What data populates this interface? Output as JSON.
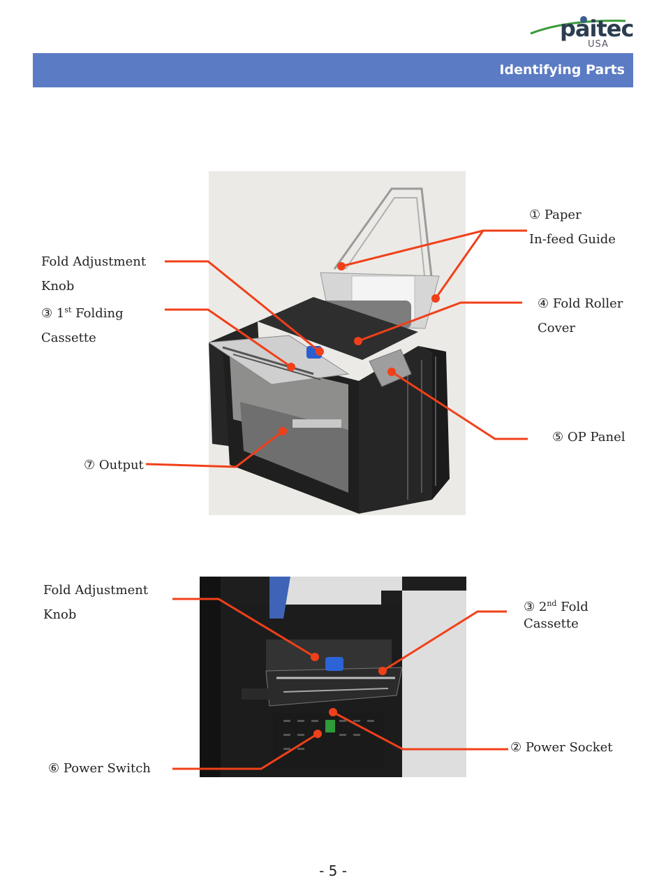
{
  "brand": {
    "name": "paitec",
    "sub": "USA"
  },
  "header": {
    "title": "Identifying Parts"
  },
  "figure1": {
    "labels": {
      "paper_infeed_guide": {
        "line1": "① Paper",
        "line2": "In-feed Guide"
      },
      "fold_adjustment_knob": {
        "line1": "Fold Adjustment",
        "line2": "Knob"
      },
      "first_folding_cassette": {
        "prefix": "③ 1",
        "sup": "st",
        "suffix": " Folding",
        "line2": "Cassette"
      },
      "fold_roller_cover": {
        "line1": "④ Fold Roller",
        "line2": "Cover"
      },
      "op_panel": "⑤ OP Panel",
      "output": "⑦ Output"
    }
  },
  "figure2": {
    "labels": {
      "fold_adjustment_knob": {
        "line1": "Fold Adjustment",
        "line2": "Knob"
      },
      "second_fold_cassette": {
        "prefix": "③ 2",
        "sup": "nd",
        "suffix": " Fold",
        "line2": "Cassette"
      },
      "power_socket": "② Power Socket",
      "power_switch": "⑥ Power Switch"
    }
  },
  "footer": {
    "page": "- 5 -"
  },
  "colors": {
    "header": "#5b7bc4",
    "leader": "#f0401a",
    "machine": "#2a2a2a"
  }
}
